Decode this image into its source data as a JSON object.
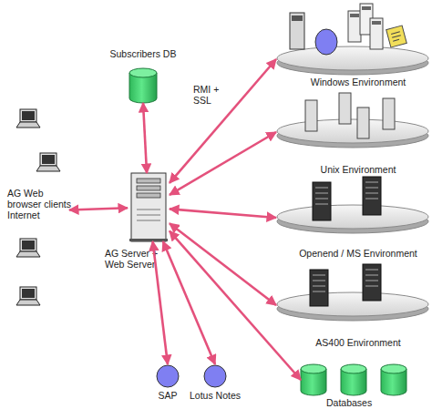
{
  "diagram": {
    "nodes": [
      {
        "text": [
          "Subscribers DB"
        ]
      },
      {
        "text": [
          "Windows Environment"
        ]
      },
      {
        "text": [
          "Unix Environment"
        ]
      },
      {
        "text": [
          "AG Web browser clients Internet"
        ]
      },
      {
        "text": [
          "AG Server + Web Server"
        ]
      },
      {
        "text": [
          "Openend / MS Environment"
        ]
      },
      {
        "text": [
          "AS400 Environment"
        ]
      },
      {
        "text": [
          "SAP"
        ]
      },
      {
        "text": [
          "Lotus Notes"
        ]
      },
      {
        "text": [
          "Databases"
        ]
      }
    ],
    "edges": [
      {
        "from": 4,
        "to": 0,
        "arrow": "both"
      },
      {
        "from": 4,
        "to": 1,
        "arrow": "both"
      },
      {
        "from": 4,
        "to": 2,
        "arrow": "both"
      },
      {
        "from": 4,
        "to": 3,
        "arrow": "both"
      },
      {
        "from": 4,
        "to": 5,
        "arrow": "both"
      },
      {
        "from": 4,
        "to": 6,
        "arrow": "both"
      },
      {
        "from": 4,
        "to": 7,
        "arrow": "both"
      },
      {
        "from": 4,
        "to": 8,
        "arrow": "both"
      },
      {
        "from": 4,
        "to": 9,
        "arrow": "both"
      }
    ],
    "labels": [
      "RMI + SSL"
    ]
  }
}
